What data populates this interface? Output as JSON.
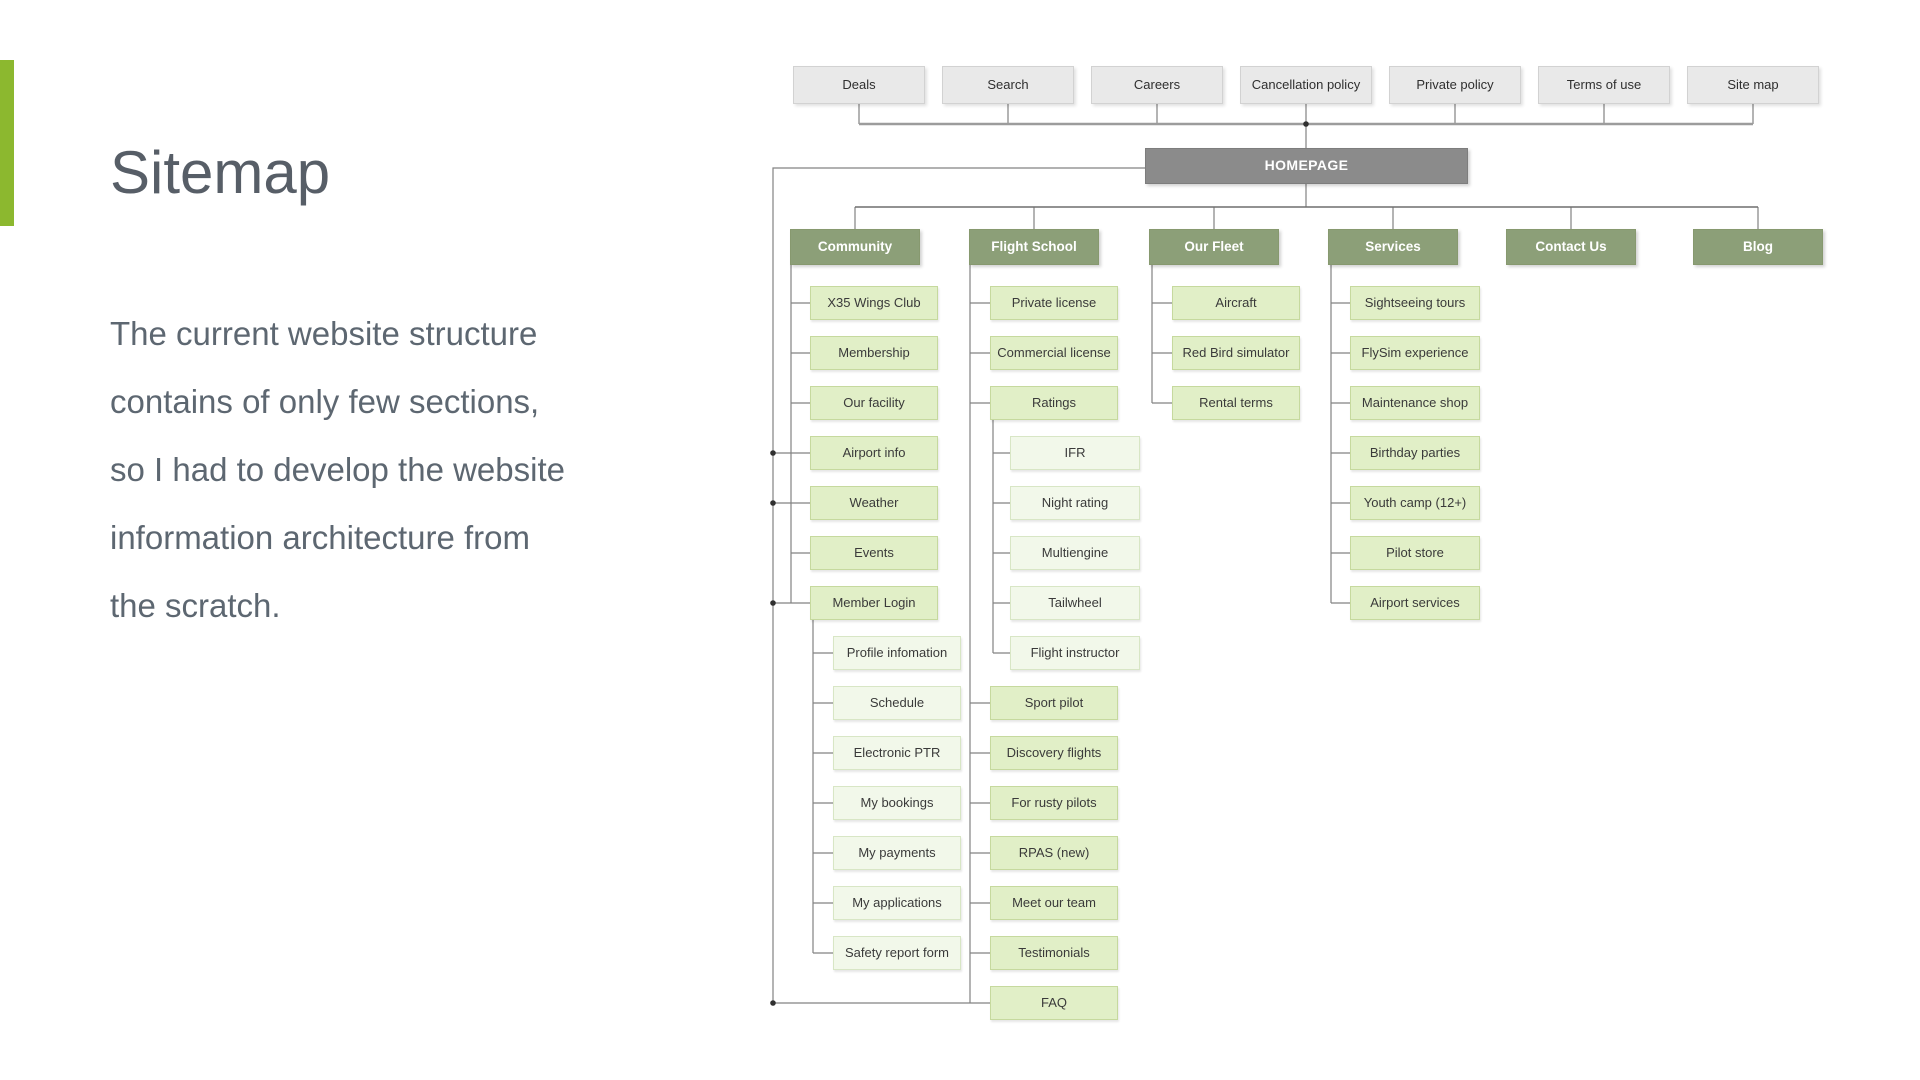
{
  "slide": {
    "title": "Sitemap",
    "paragraph_lines": [
      "The current website structure",
      "contains of only few sections,",
      "so I had to develop the website",
      "information architecture from",
      "the scratch."
    ],
    "accent_color": "#8cb82f"
  },
  "sitemap": {
    "homepage": "HOMEPAGE",
    "top_pages": [
      "Deals",
      "Search",
      "Careers",
      "Cancellation policy",
      "Private policy",
      "Terms of use",
      "Site map"
    ],
    "sections": [
      {
        "label": "Community",
        "children": [
          "X35 Wings Club",
          "Membership",
          "Our facility",
          "Airport info",
          "Weather",
          "Events",
          "Member Login"
        ],
        "member_login_children": [
          "Profile infomation",
          "Schedule",
          "Electronic PTR",
          "My bookings",
          "My payments",
          "My applications",
          "Safety report form"
        ]
      },
      {
        "label": "Flight School",
        "children": [
          "Private license",
          "Commercial license",
          "Ratings"
        ],
        "ratings_children": [
          "IFR",
          "Night rating",
          "Multiengine",
          "Tailwheel",
          "Flight instructor"
        ],
        "children_lower": [
          "Sport pilot",
          "Discovery flights",
          "For rusty pilots",
          "RPAS (new)",
          "Meet our team",
          "Testimonials",
          "FAQ"
        ]
      },
      {
        "label": "Our Fleet",
        "children": [
          "Aircraft",
          "Red Bird simulator",
          "Rental terms"
        ]
      },
      {
        "label": "Services",
        "children": [
          "Sightseeing tours",
          "FlySim experience",
          "Maintenance shop",
          "Birthday parties",
          "Youth camp (12+)",
          "Pilot store",
          "Airport services"
        ]
      },
      {
        "label": "Contact Us"
      },
      {
        "label": "Blog"
      }
    ],
    "colors": {
      "section_green": "#8c9f78",
      "leaf_green": "#e1efc7",
      "leaf_light_green": "#f2f8ea",
      "top_gray": "#e9e9e9",
      "homepage_gray": "#8b8b8b"
    }
  }
}
